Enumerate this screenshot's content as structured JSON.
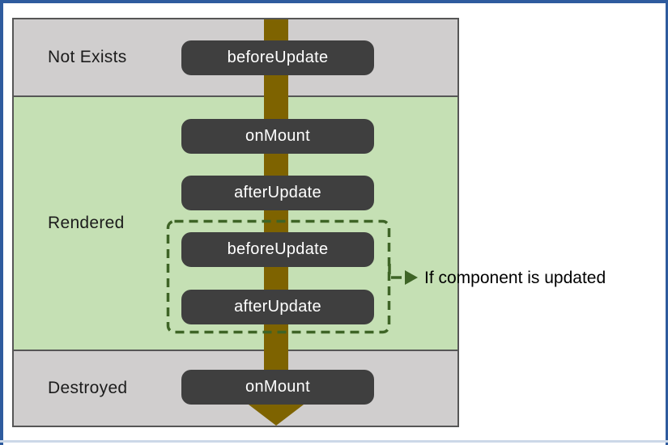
{
  "frame": {
    "border_color": "#2e5b9e"
  },
  "diagram": {
    "bands": [
      {
        "id": "not-exists",
        "label": "Not Exists",
        "bg": "#d0cece"
      },
      {
        "id": "rendered",
        "label": "Rendered",
        "bg": "#c5e0b4"
      },
      {
        "id": "destroyed",
        "label": "Destroyed",
        "bg": "#d0cece"
      }
    ],
    "pills": [
      {
        "label": "beforeUpdate",
        "band": "Not Exists"
      },
      {
        "label": "onMount",
        "band": "Rendered"
      },
      {
        "label": "afterUpdate",
        "band": "Rendered"
      },
      {
        "label": "beforeUpdate",
        "band": "Rendered",
        "in_update_loop": true
      },
      {
        "label": "afterUpdate",
        "band": "Rendered",
        "in_update_loop": true
      },
      {
        "label": "onMount",
        "band": "Destroyed"
      }
    ],
    "pill_style": {
      "bg": "#3f3f3f",
      "text_color": "#ffffff"
    },
    "flow_arrow": {
      "direction": "down",
      "color": "#7e6300"
    },
    "update_loop": {
      "box_color": "#3e6426",
      "callout_label": "If component is updated"
    },
    "box_border_color": "#565656"
  }
}
